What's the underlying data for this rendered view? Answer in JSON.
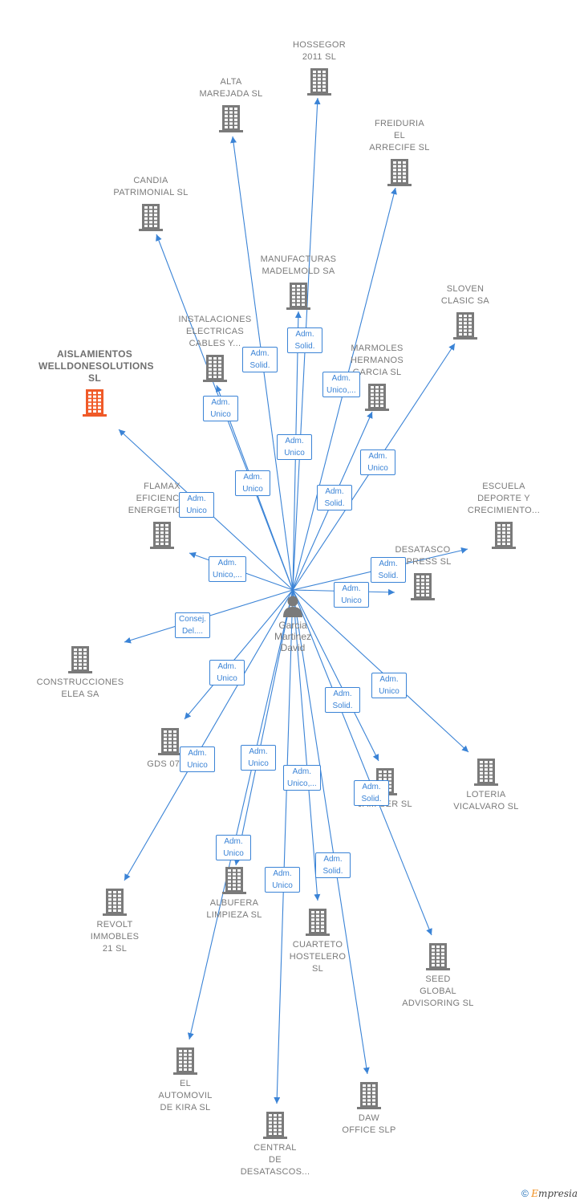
{
  "colors": {
    "edge": "#3a83d6",
    "node": "#7a7a7a",
    "highlight": "#f05a28"
  },
  "center": {
    "name": "Garcia\nMartinez\nDavid",
    "icon": "person-icon"
  },
  "nodes": [
    {
      "id": "hossegor",
      "label": "HOSSEGOR\n2011 SL",
      "icon": "building-icon"
    },
    {
      "id": "alta",
      "label": "ALTA\nMAREJADA  SL",
      "icon": "building-icon"
    },
    {
      "id": "freiduria",
      "label": "FREIDURIA\nEL\nARRECIFE  SL",
      "icon": "building-icon"
    },
    {
      "id": "candia",
      "label": "CANDIA\nPATRIMONIAL SL",
      "icon": "building-icon"
    },
    {
      "id": "manufacturas",
      "label": "MANUFACTURAS\nMADELMOLD SA",
      "icon": "building-icon"
    },
    {
      "id": "sloven",
      "label": "SLOVEN\nCLASIC SA",
      "icon": "building-icon"
    },
    {
      "id": "instalaciones",
      "label": "INSTALACIONES\nELECTRICAS\nCABLES Y...",
      "icon": "building-icon"
    },
    {
      "id": "marmoles",
      "label": "MARMOLES\nHERMANOS\nGARCIA  SL",
      "icon": "building-icon"
    },
    {
      "id": "aislamientos",
      "label": "AISLAMIENTOS\nWELLDONESOLUTIONS\nSL",
      "icon": "building-icon",
      "highlight": true
    },
    {
      "id": "flamax",
      "label": "FLAMAX\nEFICIENCIA\nENERGETICA...",
      "icon": "building-icon"
    },
    {
      "id": "escuela",
      "label": "ESCUELA\nDEPORTE Y\nCRECIMIENTO...",
      "icon": "building-icon"
    },
    {
      "id": "desatasco",
      "label": "DESATASCO\nEXPRESS SL",
      "icon": "building-icon"
    },
    {
      "id": "construcciones",
      "label": "CONSTRUCCIONES\nELEA SA",
      "icon": "building-icon"
    },
    {
      "id": "gds",
      "label": "GDS 076...",
      "icon": "building-icon"
    },
    {
      "id": "jaser",
      "label": "JA... SER SL",
      "icon": "building-icon"
    },
    {
      "id": "loteria",
      "label": "LOTERIA\nVICALVARO  SL",
      "icon": "building-icon"
    },
    {
      "id": "revolt",
      "label": "REVOLT\nIMMOBLES\n21 SL",
      "icon": "building-icon"
    },
    {
      "id": "albufera",
      "label": "ALBUFERA\nLIMPIEZA SL",
      "icon": "building-icon"
    },
    {
      "id": "cuarteto",
      "label": "CUARTETO\nHOSTELERO\nSL",
      "icon": "building-icon"
    },
    {
      "id": "seed",
      "label": "SEED\nGLOBAL\nADVISORING SL",
      "icon": "building-icon"
    },
    {
      "id": "automovil",
      "label": "EL\nAUTOMOVIL\nDE KIRA SL",
      "icon": "building-icon"
    },
    {
      "id": "daw",
      "label": "DAW\nOFFICE  SLP",
      "icon": "building-icon"
    },
    {
      "id": "central",
      "label": "CENTRAL\nDE\nDESATASCOS...",
      "icon": "building-icon"
    }
  ],
  "edges": [
    {
      "to": "hossegor",
      "label": "Adm.\nSolid."
    },
    {
      "to": "alta",
      "label": "Adm.\nSolid."
    },
    {
      "to": "freiduria",
      "label": "Adm.\nUnico,..."
    },
    {
      "to": "candia",
      "label": "Adm.\nUnico"
    },
    {
      "to": "manufacturas",
      "label": "Adm.\nUnico"
    },
    {
      "to": "sloven",
      "label": "Adm.\nUnico"
    },
    {
      "to": "instalaciones",
      "label": "Adm.\nUnico"
    },
    {
      "to": "marmoles",
      "label": "Adm.\nSolid."
    },
    {
      "to": "aislamientos",
      "label": "Adm.\nUnico"
    },
    {
      "to": "flamax",
      "label": "Adm.\nUnico,..."
    },
    {
      "to": "escuela",
      "label": "Adm.\nSolid."
    },
    {
      "to": "desatasco",
      "label": "Adm.\nUnico"
    },
    {
      "to": "construcciones",
      "label": "Consej.\nDel...."
    },
    {
      "to": "gds",
      "label": "Adm.\nUnico"
    },
    {
      "to": "jaser",
      "label": "Adm.\nSolid."
    },
    {
      "to": "loteria",
      "label": "Adm.\nUnico"
    },
    {
      "to": "revolt",
      "label": "Adm.\nUnico"
    },
    {
      "to": "albufera",
      "label": "Adm.\nUnico"
    },
    {
      "to": "cuarteto",
      "label": "Adm.\nUnico,..."
    },
    {
      "to": "seed",
      "label": "Adm.\nSolid."
    },
    {
      "to": "automovil",
      "label": "Adm.\nUnico"
    },
    {
      "to": "daw",
      "label": "Adm.\nSolid."
    },
    {
      "to": "central",
      "label": "Adm.\nUnico"
    }
  ],
  "footer": {
    "copyright": "©",
    "brand_first": "E",
    "brand_rest": "mpresia"
  }
}
